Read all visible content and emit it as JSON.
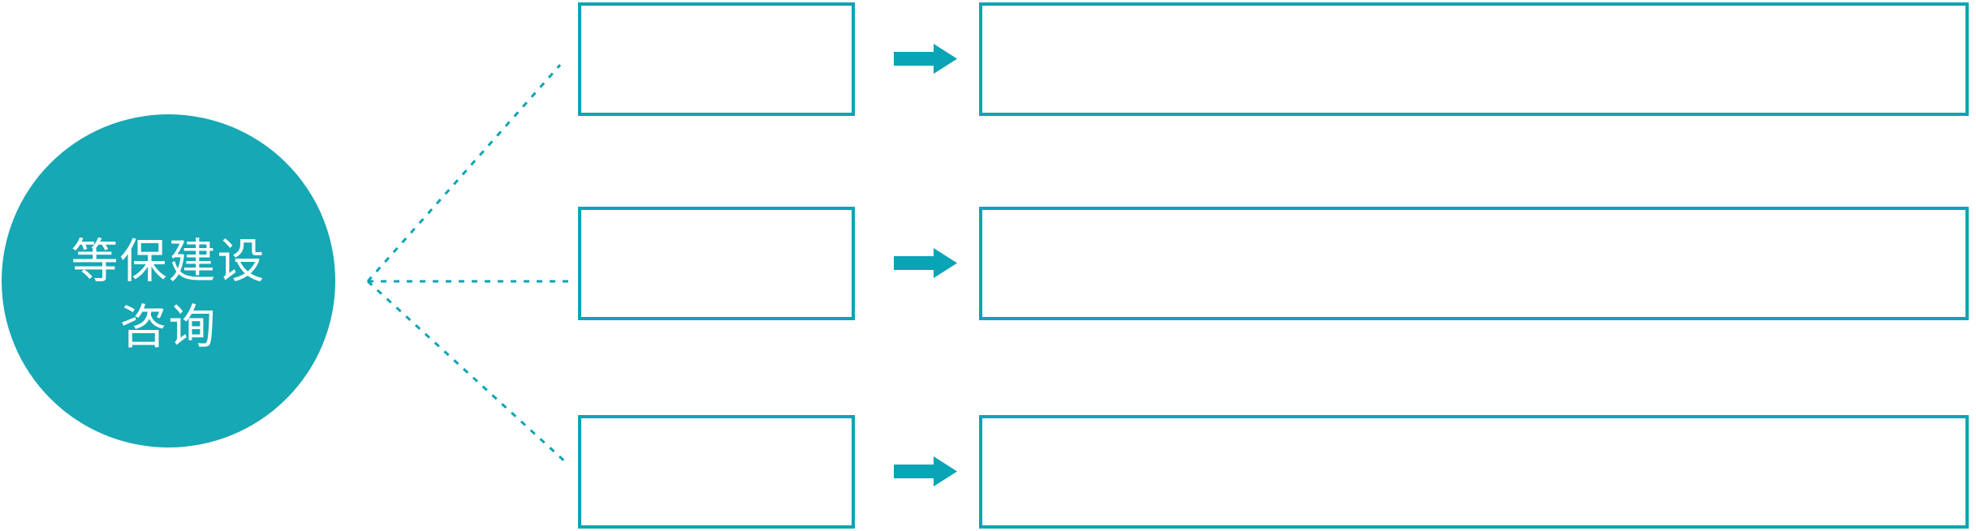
{
  "colors": {
    "teal": "#09A4B6",
    "circle-fill": "#16A8B4",
    "background": "#FFFFFF",
    "label-text": "#FFFFFF"
  },
  "root_node": {
    "label_line1": "等保建设",
    "label_line2": "咨询"
  },
  "branches": [
    {
      "box_label": "",
      "detail_label": ""
    },
    {
      "box_label": "",
      "detail_label": ""
    },
    {
      "box_label": "",
      "detail_label": ""
    }
  ],
  "icons": {
    "arrow": "right-arrow"
  }
}
